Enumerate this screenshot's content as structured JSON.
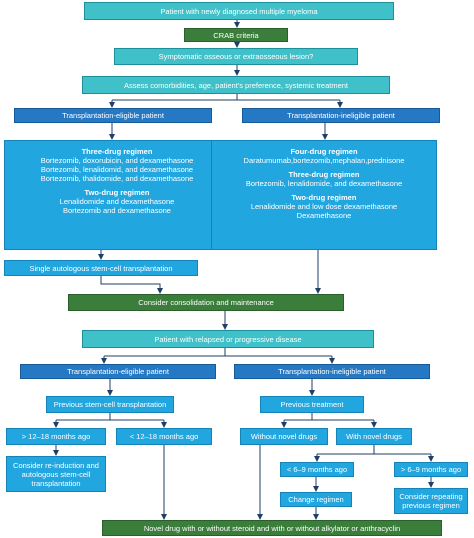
{
  "nodes": {
    "new_patient": "Patient with newly diagnosed multiple myeloma",
    "crab": "CRAB criteria",
    "symptomatic": "Symptomatic osseous or extraosseous lesion?",
    "assess": "Assess comorbidities, age, patient's preference, systemic treatment",
    "tx_eligible_1": "Transplantation-eligible patient",
    "tx_ineligible_1": "Transplantation-ineligible patient",
    "eligible_regimens": {
      "three_head": "Three-drug regimen",
      "three_lines": [
        "Bortezomib, doxorubicin, and dexamethasone",
        "Bortezomib, lenalidomid, and dexamethasone",
        "Bortezomib, thalidomide, and dexamethasone"
      ],
      "two_head": "Two-drug regimen",
      "two_lines": [
        "Lenalidomide and dexamethasone",
        "Bortezomib and dexamethasone"
      ]
    },
    "ineligible_regimens": {
      "four_head": "Four-drug regimen",
      "four_lines": [
        "Daratumumab,bortezomib,mephalan,prednisone"
      ],
      "three_head": "Three-drug regimen",
      "three_lines": [
        "Bortezomib, lenalidomide, and dexamethasone"
      ],
      "two_head": "Two-drug regimen",
      "two_lines": [
        "Lenalidomide and low dose dexamethasone",
        "Dexamethasone"
      ]
    },
    "single_asct": "Single autologous stem-cell transplantation",
    "consolidation": "Consider consolidation and maintenance",
    "relapsed": "Patient with relapsed or progressive disease",
    "tx_eligible_2": "Transplantation-eligible patient",
    "tx_ineligible_2": "Transplantation-ineligible patient",
    "prev_sct": "Previous stem-cell transplantation",
    "prev_tx": "Previous treatment",
    "gt_12_18": "> 12–18 months ago",
    "lt_12_18": "< 12–18 months ago",
    "without_novel": "Without novel drugs",
    "with_novel": "With novel drugs",
    "reinduction": "Consider re-induction and autologous stem-cell transplantation",
    "lt_6_9": "< 6–9 months ago",
    "gt_6_9": "> 6–9 months ago",
    "change_regimen": "Change regimen",
    "repeat_regimen": "Consider repeating previous regimen",
    "novel_drug": "Novel drug with or without steroid and with or without alkylator or anthracyclin"
  },
  "colors": {
    "teal": "#40c0c8",
    "blue": "#2579c4",
    "light_blue": "#21a6e0",
    "green": "#3b7e3b",
    "connector": "#1f3f66"
  }
}
